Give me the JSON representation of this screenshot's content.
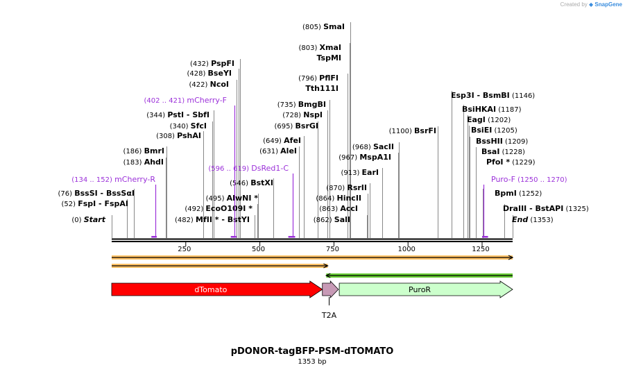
{
  "credit": {
    "prefix": "Created by",
    "brand": "SnapGene"
  },
  "title": "pDONOR-tagBFP-PSM-dTOMATO",
  "subtitle": "1353 bp",
  "sequence_length": 1353,
  "ruler_ticks": [
    250,
    500,
    750,
    1000,
    1250
  ],
  "colors": {
    "primer": "#9b30d9",
    "dtomato": "#ff0000",
    "t2a": "#c79ab6",
    "puror": "#ccffcc",
    "orange_bar": "#ffc266",
    "green_bar": "#66cc33"
  },
  "sites": [
    {
      "pos_label": "(0)",
      "name": "Start",
      "pos": 0,
      "italic": true
    },
    {
      "pos_label": "(52)",
      "name": "FspI  -  FspAI",
      "pos": 52
    },
    {
      "pos_label": "(76)",
      "name": "BssSI  -  BssSαI",
      "pos": 76
    },
    {
      "pos_label": "(183)",
      "name": "AhdI",
      "pos": 183
    },
    {
      "pos_label": "(186)",
      "name": "BmrI",
      "pos": 186
    },
    {
      "pos_label": "(308)",
      "name": "PshAI",
      "pos": 308
    },
    {
      "pos_label": "(340)",
      "name": "SfcI",
      "pos": 340
    },
    {
      "pos_label": "(344)",
      "name": "PstI  -  SbfI",
      "pos": 344
    },
    {
      "pos_label": "(422)",
      "name": "NcoI",
      "pos": 422
    },
    {
      "pos_label": "(428)",
      "name": "BseYI",
      "pos": 428
    },
    {
      "pos_label": "(432)",
      "name": "PspFI",
      "pos": 432
    },
    {
      "pos_label": "(482)",
      "name": "MfII *  -  BstYI",
      "pos": 482
    },
    {
      "pos_label": "(492)",
      "name": "EcoO109I *",
      "pos": 492
    },
    {
      "pos_label": "(495)",
      "name": "AlwNI *",
      "pos": 495
    },
    {
      "pos_label": "(546)",
      "name": "BstXI",
      "pos": 546
    },
    {
      "pos_label": "(631)",
      "name": "AleI",
      "pos": 631
    },
    {
      "pos_label": "(649)",
      "name": "AfeI",
      "pos": 649
    },
    {
      "pos_label": "(695)",
      "name": "BsrGI",
      "pos": 695
    },
    {
      "pos_label": "(728)",
      "name": "NspI",
      "pos": 728
    },
    {
      "pos_label": "(735)",
      "name": "BmgBI",
      "pos": 735
    },
    {
      "pos_label": "(796)",
      "name": "PflFI",
      "pos": 796
    },
    {
      "pos_label": "",
      "name": "Tth111I",
      "pos": 796
    },
    {
      "pos_label": "(803)",
      "name": "XmaI",
      "pos": 803
    },
    {
      "pos_label": "",
      "name": "TspMI",
      "pos": 803
    },
    {
      "pos_label": "(805)",
      "name": "SmaI",
      "pos": 805
    },
    {
      "pos_label": "(862)",
      "name": "SalI",
      "pos": 862
    },
    {
      "pos_label": "(863)",
      "name": "AccI",
      "pos": 863
    },
    {
      "pos_label": "(864)",
      "name": "HincII",
      "pos": 864
    },
    {
      "pos_label": "(870)",
      "name": "RsrII",
      "pos": 870
    },
    {
      "pos_label": "(913)",
      "name": "EarI",
      "pos": 913
    },
    {
      "pos_label": "(967)",
      "name": "MspA1I",
      "pos": 967
    },
    {
      "pos_label": "(968)",
      "name": "SacII",
      "pos": 968
    },
    {
      "pos_label": "(1100)",
      "name": "BsrFI",
      "pos": 1100
    },
    {
      "pos_label": "(1146)",
      "name": "Esp3I  -  BsmBI",
      "pos": 1146,
      "label_right": true
    },
    {
      "pos_label": "(1187)",
      "name": "BsiHKAI",
      "pos": 1187,
      "label_right": true
    },
    {
      "pos_label": "(1202)",
      "name": "EagI",
      "pos": 1202,
      "label_right": true
    },
    {
      "pos_label": "(1205)",
      "name": "BsiEI",
      "pos": 1205,
      "label_right": true
    },
    {
      "pos_label": "(1209)",
      "name": "BssHII",
      "pos": 1209,
      "label_right": true
    },
    {
      "pos_label": "(1228)",
      "name": "BsaI",
      "pos": 1228,
      "label_right": true
    },
    {
      "pos_label": "(1229)",
      "name": "PfoI *",
      "pos": 1229,
      "label_right": true
    },
    {
      "pos_label": "(1252)",
      "name": "BpmI",
      "pos": 1252,
      "label_right": true
    },
    {
      "pos_label": "(1325)",
      "name": "DraIII  -  BstAPI",
      "pos": 1325,
      "label_right": true
    },
    {
      "pos_label": "(1353)",
      "name": "End",
      "pos": 1353,
      "label_right": true,
      "italic": true
    }
  ],
  "primers": [
    {
      "range": "(134 .. 152)",
      "name": "mCherry-R",
      "start": 134,
      "end": 152
    },
    {
      "range": "(402 .. 421)",
      "name": "mCherry-F",
      "start": 402,
      "end": 421
    },
    {
      "range": "(596 .. 619)",
      "name": "DsRed1-C",
      "start": 596,
      "end": 619
    },
    {
      "range": "(1250 .. 1270)",
      "name": "Puro-F",
      "start": 1250,
      "end": 1270,
      "label_right": true
    }
  ],
  "features": [
    {
      "name": "dTomato",
      "start": 0,
      "end": 711,
      "kind": "arrow_right",
      "color": "#ff0000",
      "label_color": "#ffffff"
    },
    {
      "name": "T2A",
      "start": 711,
      "end": 765,
      "kind": "arrow_right",
      "color": "#c79ab6",
      "label_below": true
    },
    {
      "name": "PuroR",
      "start": 768,
      "end": 1353,
      "kind": "arrow_right",
      "color": "#ccffcc",
      "label_color": "#000000"
    }
  ],
  "bars": [
    {
      "start": 0,
      "end": 1353,
      "direction": "right",
      "color": "#ffc266"
    },
    {
      "start": 0,
      "end": 729,
      "direction": "right",
      "color": "#ffc266"
    },
    {
      "start": 724,
      "end": 1353,
      "direction": "left",
      "color": "#66cc33"
    }
  ]
}
